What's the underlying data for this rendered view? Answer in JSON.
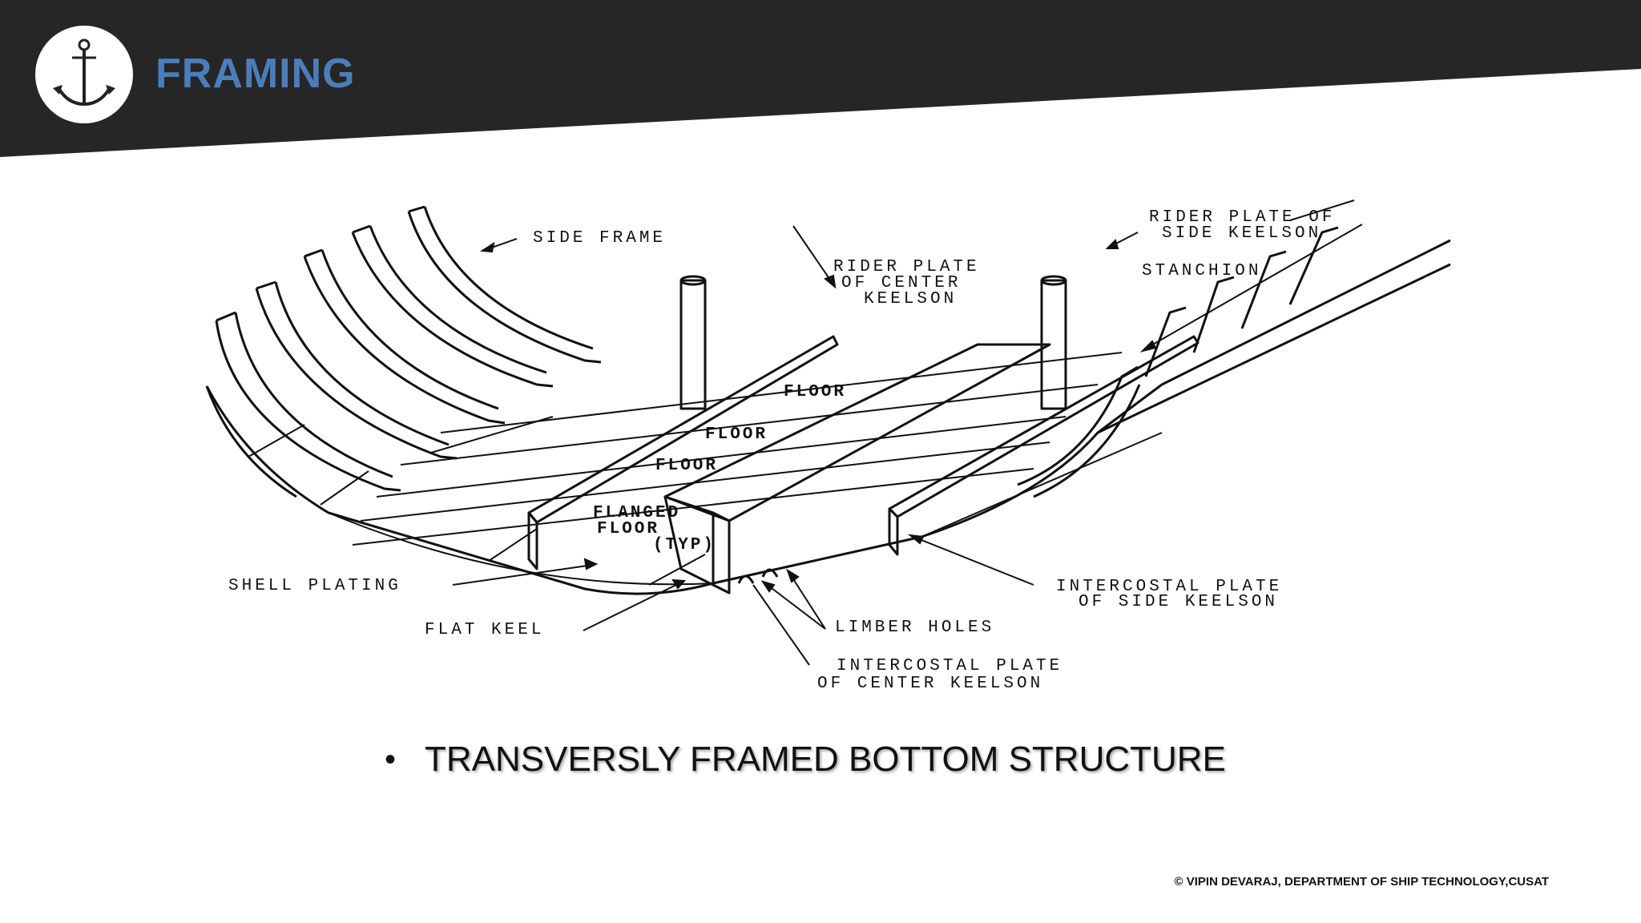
{
  "header": {
    "title": "FRAMING",
    "logo_icon": "anchor-icon",
    "background_color": "#262626",
    "title_color": "#4a7ebb"
  },
  "diagram": {
    "labels": {
      "side_frame": "SIDE FRAME",
      "rider_plate_center_line1": "RIDER PLATE",
      "rider_plate_center_line2": "OF CENTER",
      "rider_plate_center_line3": "KEELSON",
      "rider_plate_side_line1": "RIDER PLATE OF",
      "rider_plate_side_line2": "SIDE KEELSON",
      "stanchion": "STANCHION",
      "floor_1": "FLOOR",
      "floor_2": "FLOOR",
      "floor_3": "FLOOR",
      "flanged_floor_line1": "FLANGED",
      "flanged_floor_line2": "FLOOR",
      "flanged_floor_line3": "(TYP)",
      "shell_plating": "SHELL PLATING",
      "flat_keel": "FLAT KEEL",
      "limber_holes": "LIMBER HOLES",
      "intercostal_side_line1": "INTERCOSTAL PLATE",
      "intercostal_side_line2": "OF SIDE KEELSON",
      "intercostal_center_line1": "INTERCOSTAL PLATE",
      "intercostal_center_line2": "OF CENTER KEELSON"
    }
  },
  "bullet": {
    "symbol": "•",
    "text": "TRANSVERSLY FRAMED BOTTOM STRUCTURE"
  },
  "footer": {
    "credit": "© VIPIN DEVARAJ, DEPARTMENT OF SHIP TECHNOLOGY,CUSAT"
  }
}
